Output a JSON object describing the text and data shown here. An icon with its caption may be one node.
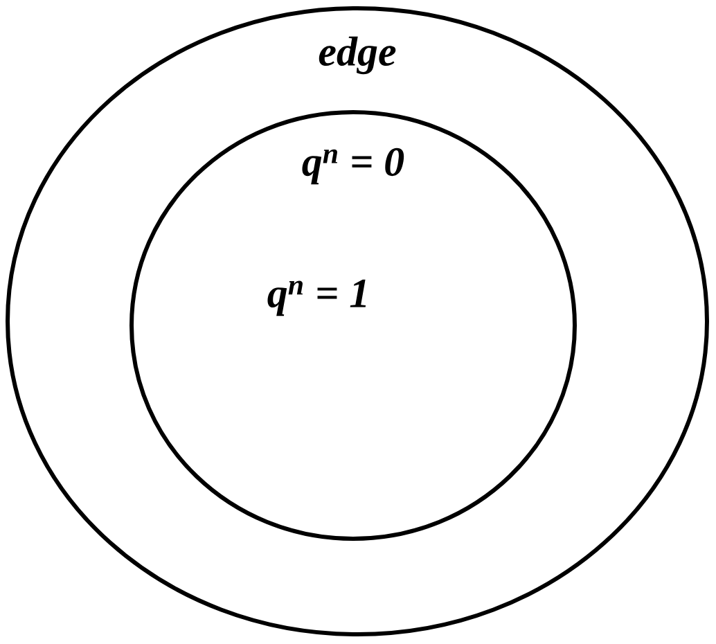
{
  "diagram": {
    "nodes": [
      {
        "text": [
          "edge"
        ]
      },
      {
        "text": [
          "q$^{n}$ = 0",
          "q$^{n}$ = 1"
        ],
        "in": 0
      }
    ],
    "edges": []
  }
}
